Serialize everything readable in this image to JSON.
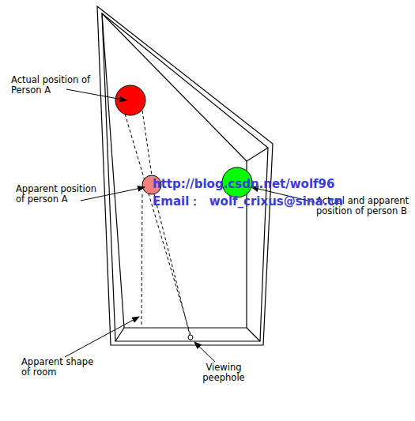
{
  "diagram": {
    "labels": [
      "Actual position of Person A",
      "Apparent position of person A",
      "Actual and apparent position of person B",
      "Apparent shape of room",
      "Viewing peephole",
      "http://blog.csdn.net/wolf96",
      "Email：  wolf_crixus@sina.cn"
    ]
  }
}
